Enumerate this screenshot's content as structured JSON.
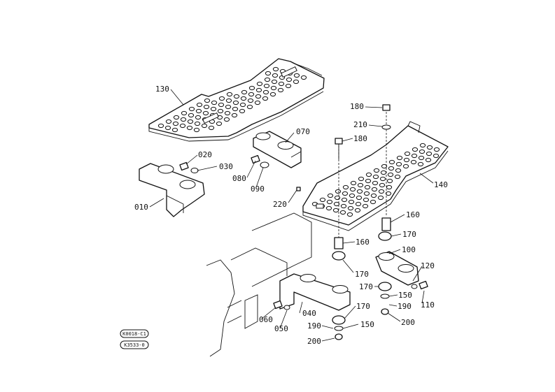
{
  "callouts": {
    "p130": "130",
    "p070": "070",
    "p020": "020",
    "p030": "030",
    "p080": "080",
    "p090": "090",
    "p010": "010",
    "p180a": "180",
    "p210": "210",
    "p180b": "180",
    "p140": "140",
    "p220": "220",
    "p160a": "160",
    "p170a": "170",
    "p160b": "160",
    "p100": "100",
    "p170b": "170",
    "p120": "120",
    "p170c": "170",
    "p150a": "150",
    "p110": "110",
    "p040": "040",
    "p170d": "170",
    "p190a": "190",
    "p060": "060",
    "p050": "050",
    "p190b": "190",
    "p150b": "150",
    "p200a": "200",
    "p200b": "200"
  },
  "stamps": {
    "top": "K0018-C1",
    "bottom": "K3533-0"
  }
}
